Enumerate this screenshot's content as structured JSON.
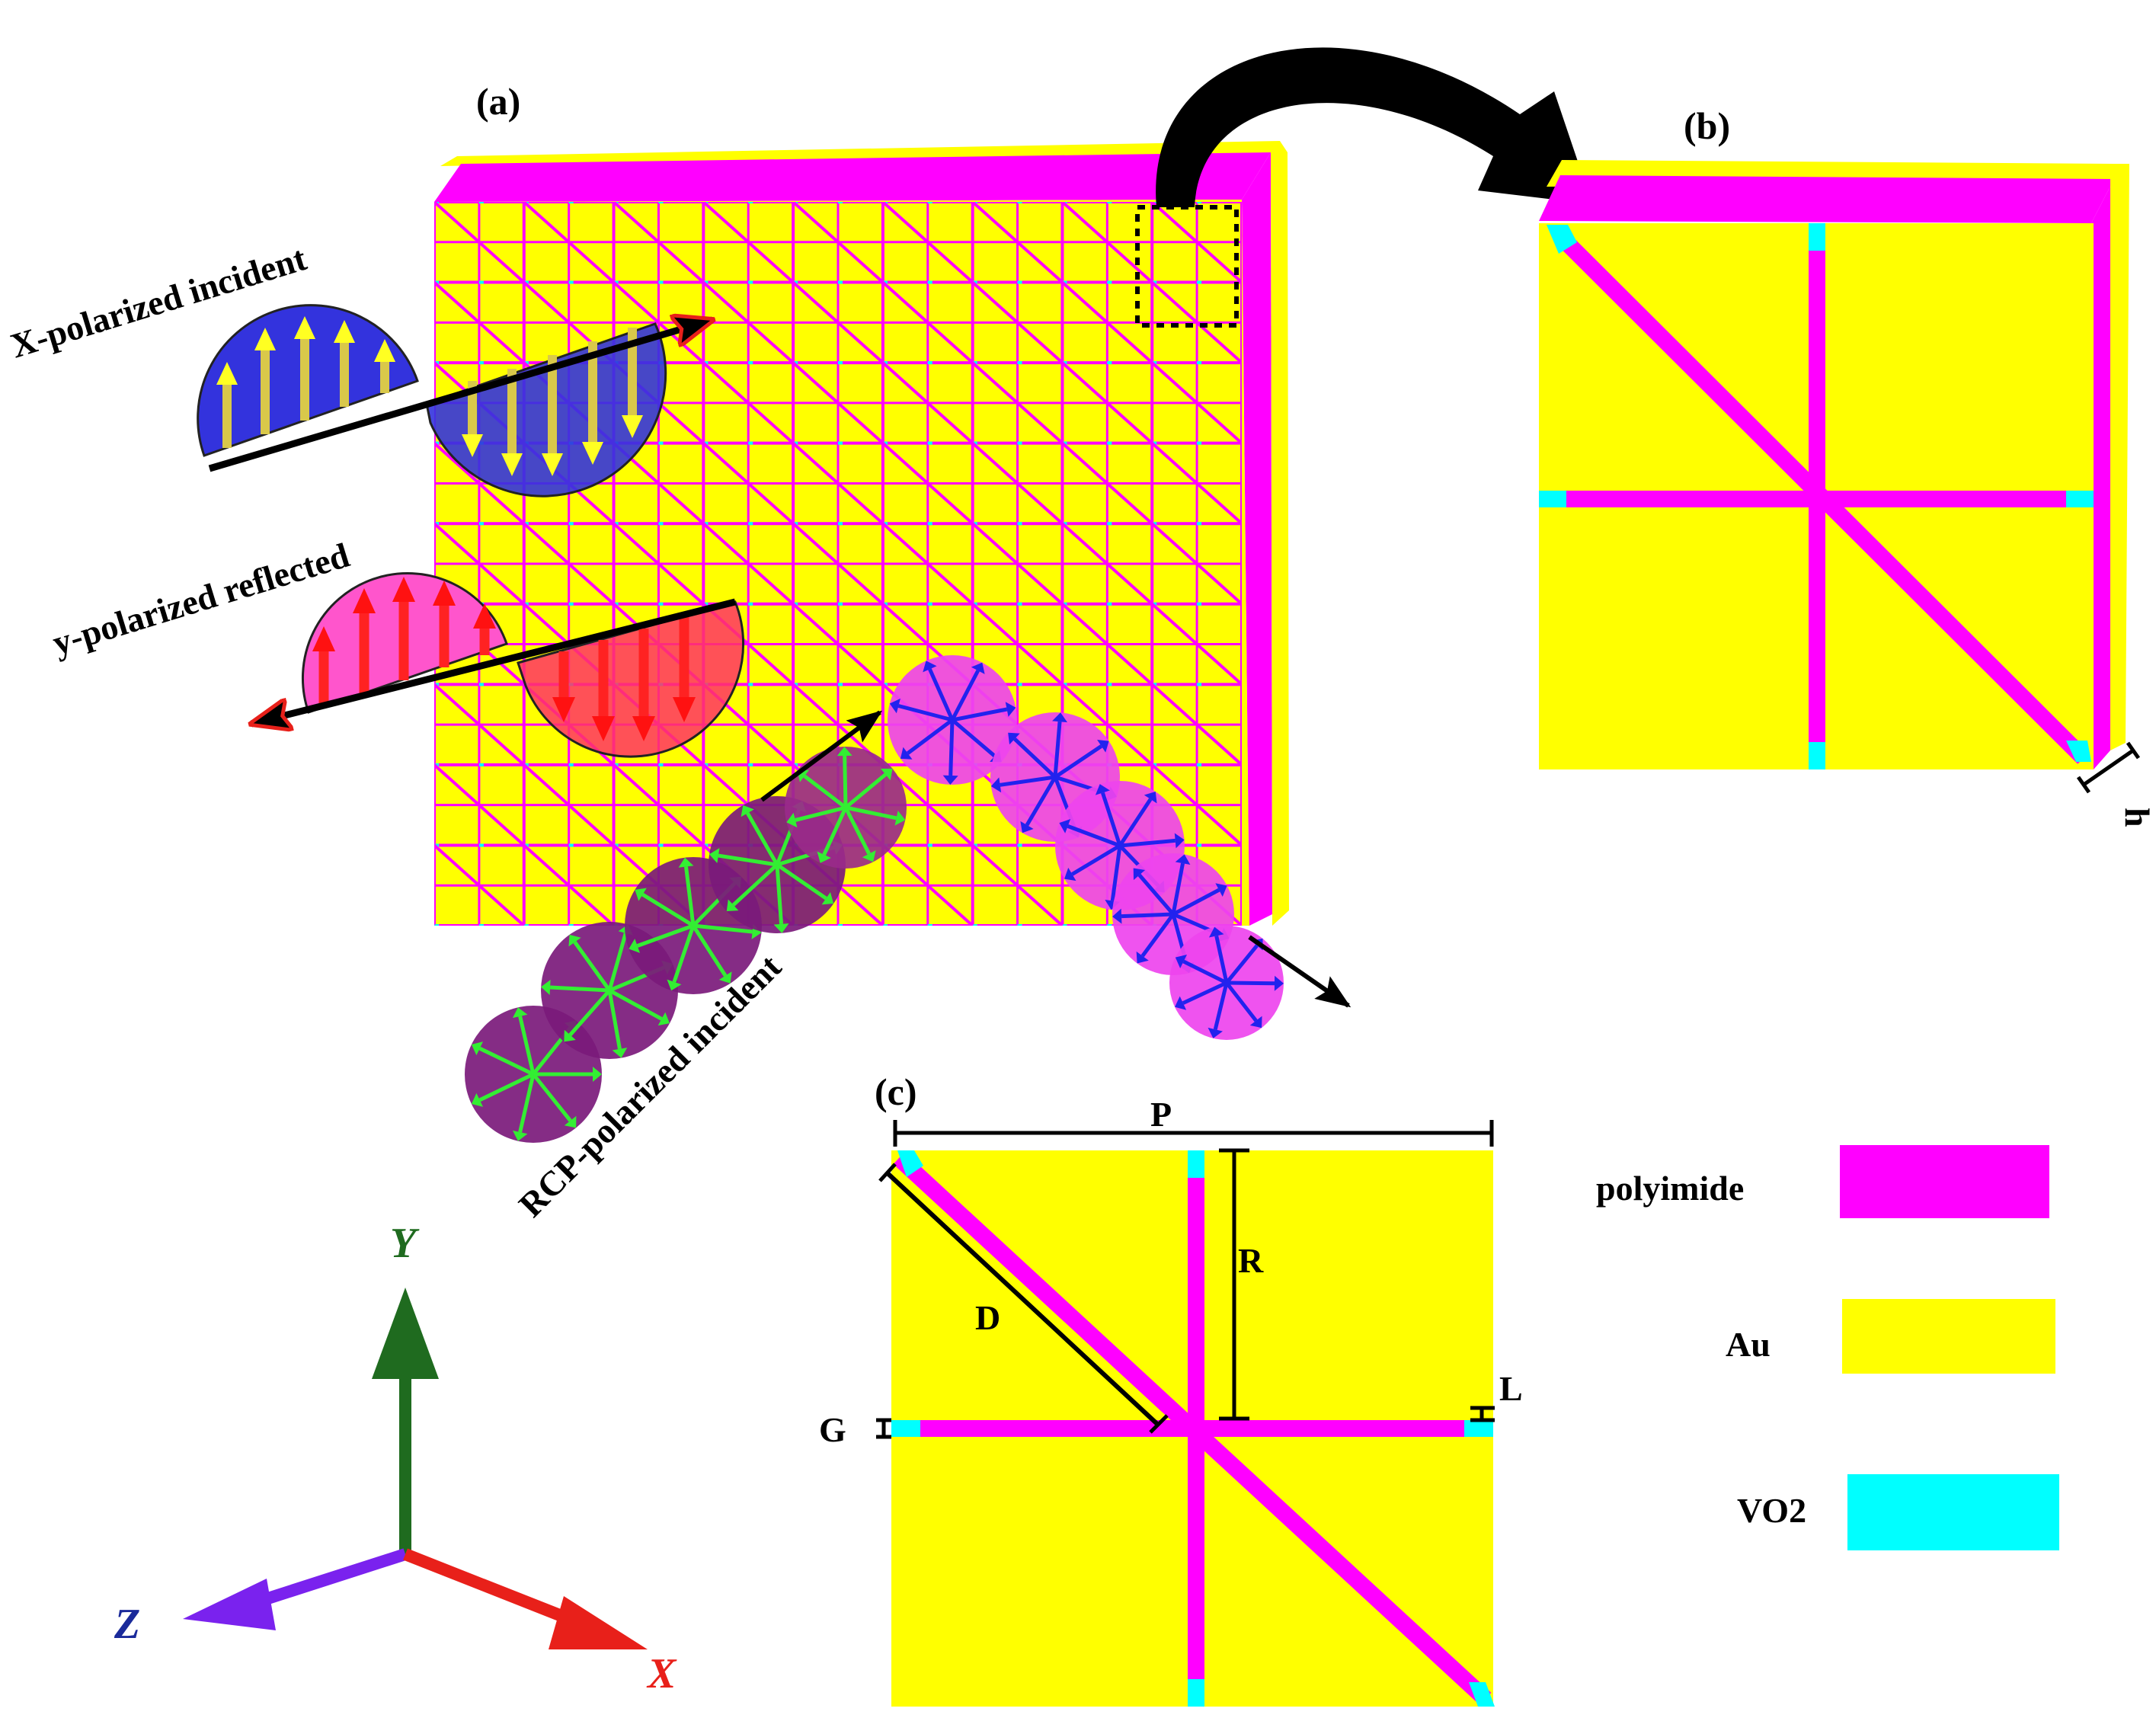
{
  "panels": {
    "a": "(a)",
    "b": "(b)",
    "c": "(c)"
  },
  "beam_labels": {
    "x_incident": "X-polarized incident",
    "y_reflected": "y-polarized reflected",
    "rcp_incident": "RCP-polarized incident"
  },
  "dimensions": {
    "P": "P",
    "R": "R",
    "D": "D",
    "G": "G",
    "L": "L",
    "h": "h"
  },
  "axes": {
    "y": "Y",
    "z": "Z",
    "x": "X",
    "y_color": "#1f6b1f",
    "z_color": "#7a22ee",
    "x_color": "#e8201a"
  },
  "legend": [
    {
      "label": "polyimide",
      "color": "#ff00ff"
    },
    {
      "label": "Au",
      "color": "#ffff00"
    },
    {
      "label": "VO2",
      "color": "#00ffff"
    }
  ],
  "colors": {
    "gold": "#ffff00",
    "polyimide": "#ff00ff",
    "vo2": "#00ffff",
    "x_beam": "#3333dd",
    "y_beam": "#ff3366",
    "rcp_beam": "#7b1a7b"
  }
}
